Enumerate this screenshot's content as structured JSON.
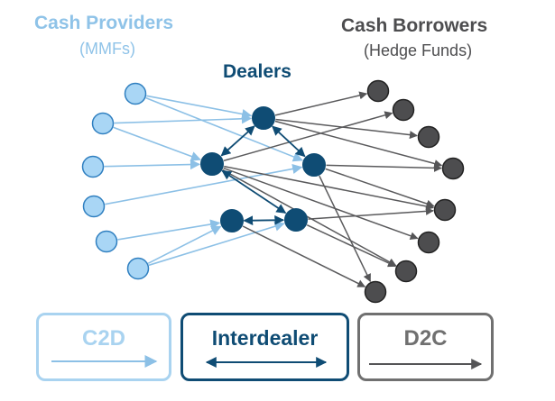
{
  "headings": {
    "providers_title": "Cash Providers",
    "providers_sub": "(MMFs)",
    "dealers_title": "Dealers",
    "borrowers_title": "Cash Borrowers",
    "borrowers_sub": "(Hedge Funds)"
  },
  "legend": {
    "c2d": "C2D",
    "interdealer": "Interdealer",
    "d2c": "D2C"
  },
  "colors": {
    "provider_fill": "#a9d6f5",
    "provider_stroke": "#2f7fc0",
    "provider_arrow": "#8cc0e6",
    "dealer_fill": "#0f4c74",
    "dealer_arrow": "#0f4c74",
    "borrower_fill": "#4d4d4f",
    "borrower_stroke": "#222222",
    "borrower_arrow": "#5a5a5c"
  }
}
